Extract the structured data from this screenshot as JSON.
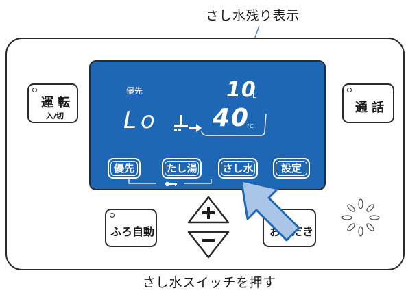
{
  "callout_label": "さし水残り表示",
  "caption": "さし水スイッチを押す",
  "left_buttons": {
    "power": {
      "main": "運 転",
      "sub": "入/切"
    },
    "auto_bath": {
      "label": "ふろ自動"
    }
  },
  "right_buttons": {
    "talk": {
      "label": "通 話"
    },
    "reheat": {
      "label": "おいだき"
    }
  },
  "display": {
    "priority_label": "優先",
    "remaining_number": "10",
    "remaining_unit": "L",
    "level_text": "Lo",
    "temperature": "40",
    "temperature_unit": "°C"
  },
  "lcd_buttons": {
    "priority": "優先",
    "tashiyu": "たし湯",
    "sashimizu": "さし水",
    "settings": "設定"
  },
  "colors": {
    "lcd_background": "#1e67b5",
    "pointer_fill": "#a9c6e8",
    "pointer_stroke": "#1e67b5",
    "outline": "#2a2a2a"
  },
  "icons": {
    "pointer": "hand-pointer-arrow-icon",
    "lock": "key-lock-icon",
    "status": "sparkle-light-icon",
    "up": "plus-icon",
    "down": "minus-icon"
  }
}
